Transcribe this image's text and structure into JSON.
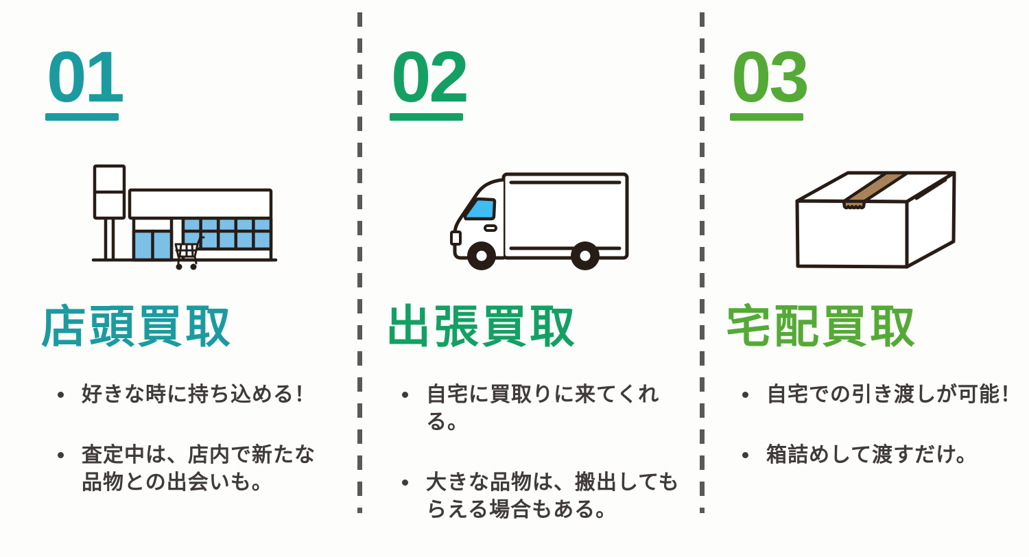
{
  "page": {
    "background": "#fdfdfc",
    "divider_color": "#5a5858",
    "body_text_color": "#3f3b3a"
  },
  "icon_colors": {
    "outline": "#271c16",
    "store_window_blue": "#7cc0e8",
    "truck_window_blue": "#3fbdf2",
    "tape_brown": "#a8835a"
  },
  "columns": [
    {
      "number": "01",
      "accent_color": "#1b9ba0",
      "icon": "storefront-icon",
      "title": "店頭買取",
      "bullets": [
        "好きな時に持ち込める！",
        "査定中は、店内で新たな\n品物との出会いも。"
      ]
    },
    {
      "number": "02",
      "accent_color": "#14a064",
      "icon": "truck-icon",
      "title": "出張買取",
      "bullets": [
        "自宅に買取りに来てくれる。",
        "大きな品物は、搬出しても\nらえる場合もある。"
      ]
    },
    {
      "number": "03",
      "accent_color": "#55aa37",
      "icon": "box-icon",
      "title": "宅配買取",
      "bullets": [
        "自宅での引き渡しが可能！",
        "箱詰めして渡すだけ。"
      ]
    }
  ]
}
